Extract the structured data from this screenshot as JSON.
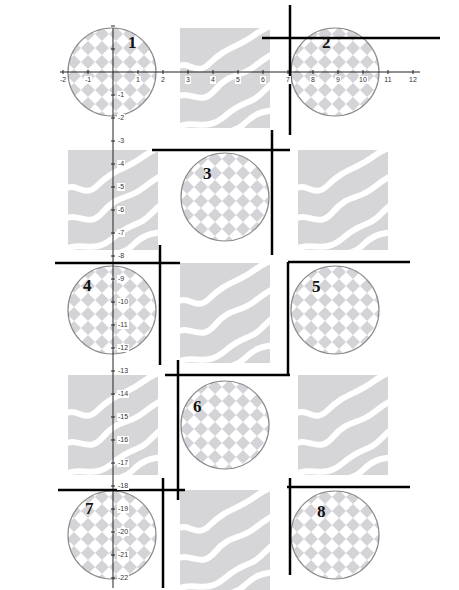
{
  "diagram": {
    "nodes": [
      {
        "text": [
          "1"
        ]
      },
      {
        "text": [
          "2"
        ]
      },
      {
        "text": [
          "3"
        ]
      },
      {
        "text": [
          "4"
        ]
      },
      {
        "text": [
          "5"
        ]
      },
      {
        "text": [
          "6"
        ]
      },
      {
        "text": [
          "7"
        ]
      },
      {
        "text": [
          "8"
        ]
      }
    ],
    "labels": [
      "-2",
      "-1",
      "1",
      "2",
      "3",
      "4",
      "5",
      "6",
      "7",
      "8",
      "9",
      "10",
      "11",
      "12",
      "-1",
      "-2",
      "-3",
      "-4",
      "-5",
      "-6",
      "-7",
      "-8",
      "-9",
      "-10",
      "-11",
      "-12",
      "-13",
      "-14",
      "-15",
      "-16",
      "-17",
      "-18",
      "-19",
      "-20",
      "-21",
      "-22"
    ]
  }
}
